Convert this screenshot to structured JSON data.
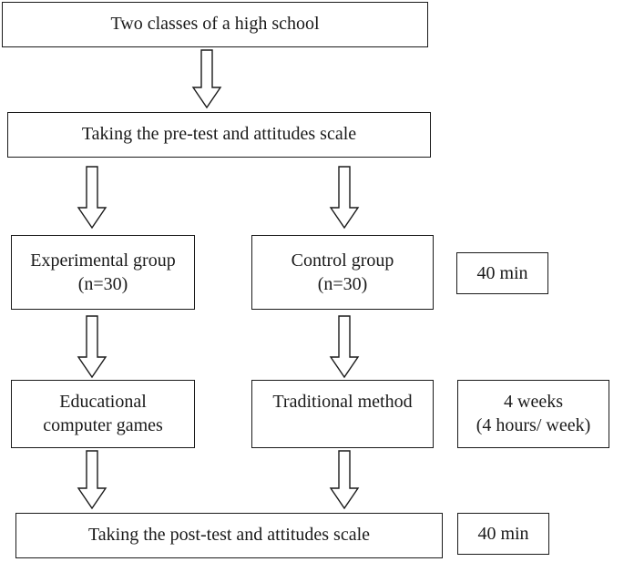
{
  "diagram": {
    "step1": {
      "label": "Two classes of a high school"
    },
    "step2": {
      "label": "Taking the pre-test and attitudes scale"
    },
    "experimental_group": {
      "line1": "Experimental group",
      "line2": "(n=30)"
    },
    "control_group": {
      "line1": "Control group",
      "line2": "(n=30)"
    },
    "duration_1": {
      "label": "40 min"
    },
    "experimental_method": {
      "line1": "Educational",
      "line2": "computer games"
    },
    "control_method": {
      "label": "Traditional method"
    },
    "duration_2": {
      "line1": "4 weeks",
      "line2": "(4 hours/ week)"
    },
    "step_final": {
      "label": "Taking the post-test and attitudes scale"
    },
    "duration_3": {
      "label": "40 min"
    }
  }
}
